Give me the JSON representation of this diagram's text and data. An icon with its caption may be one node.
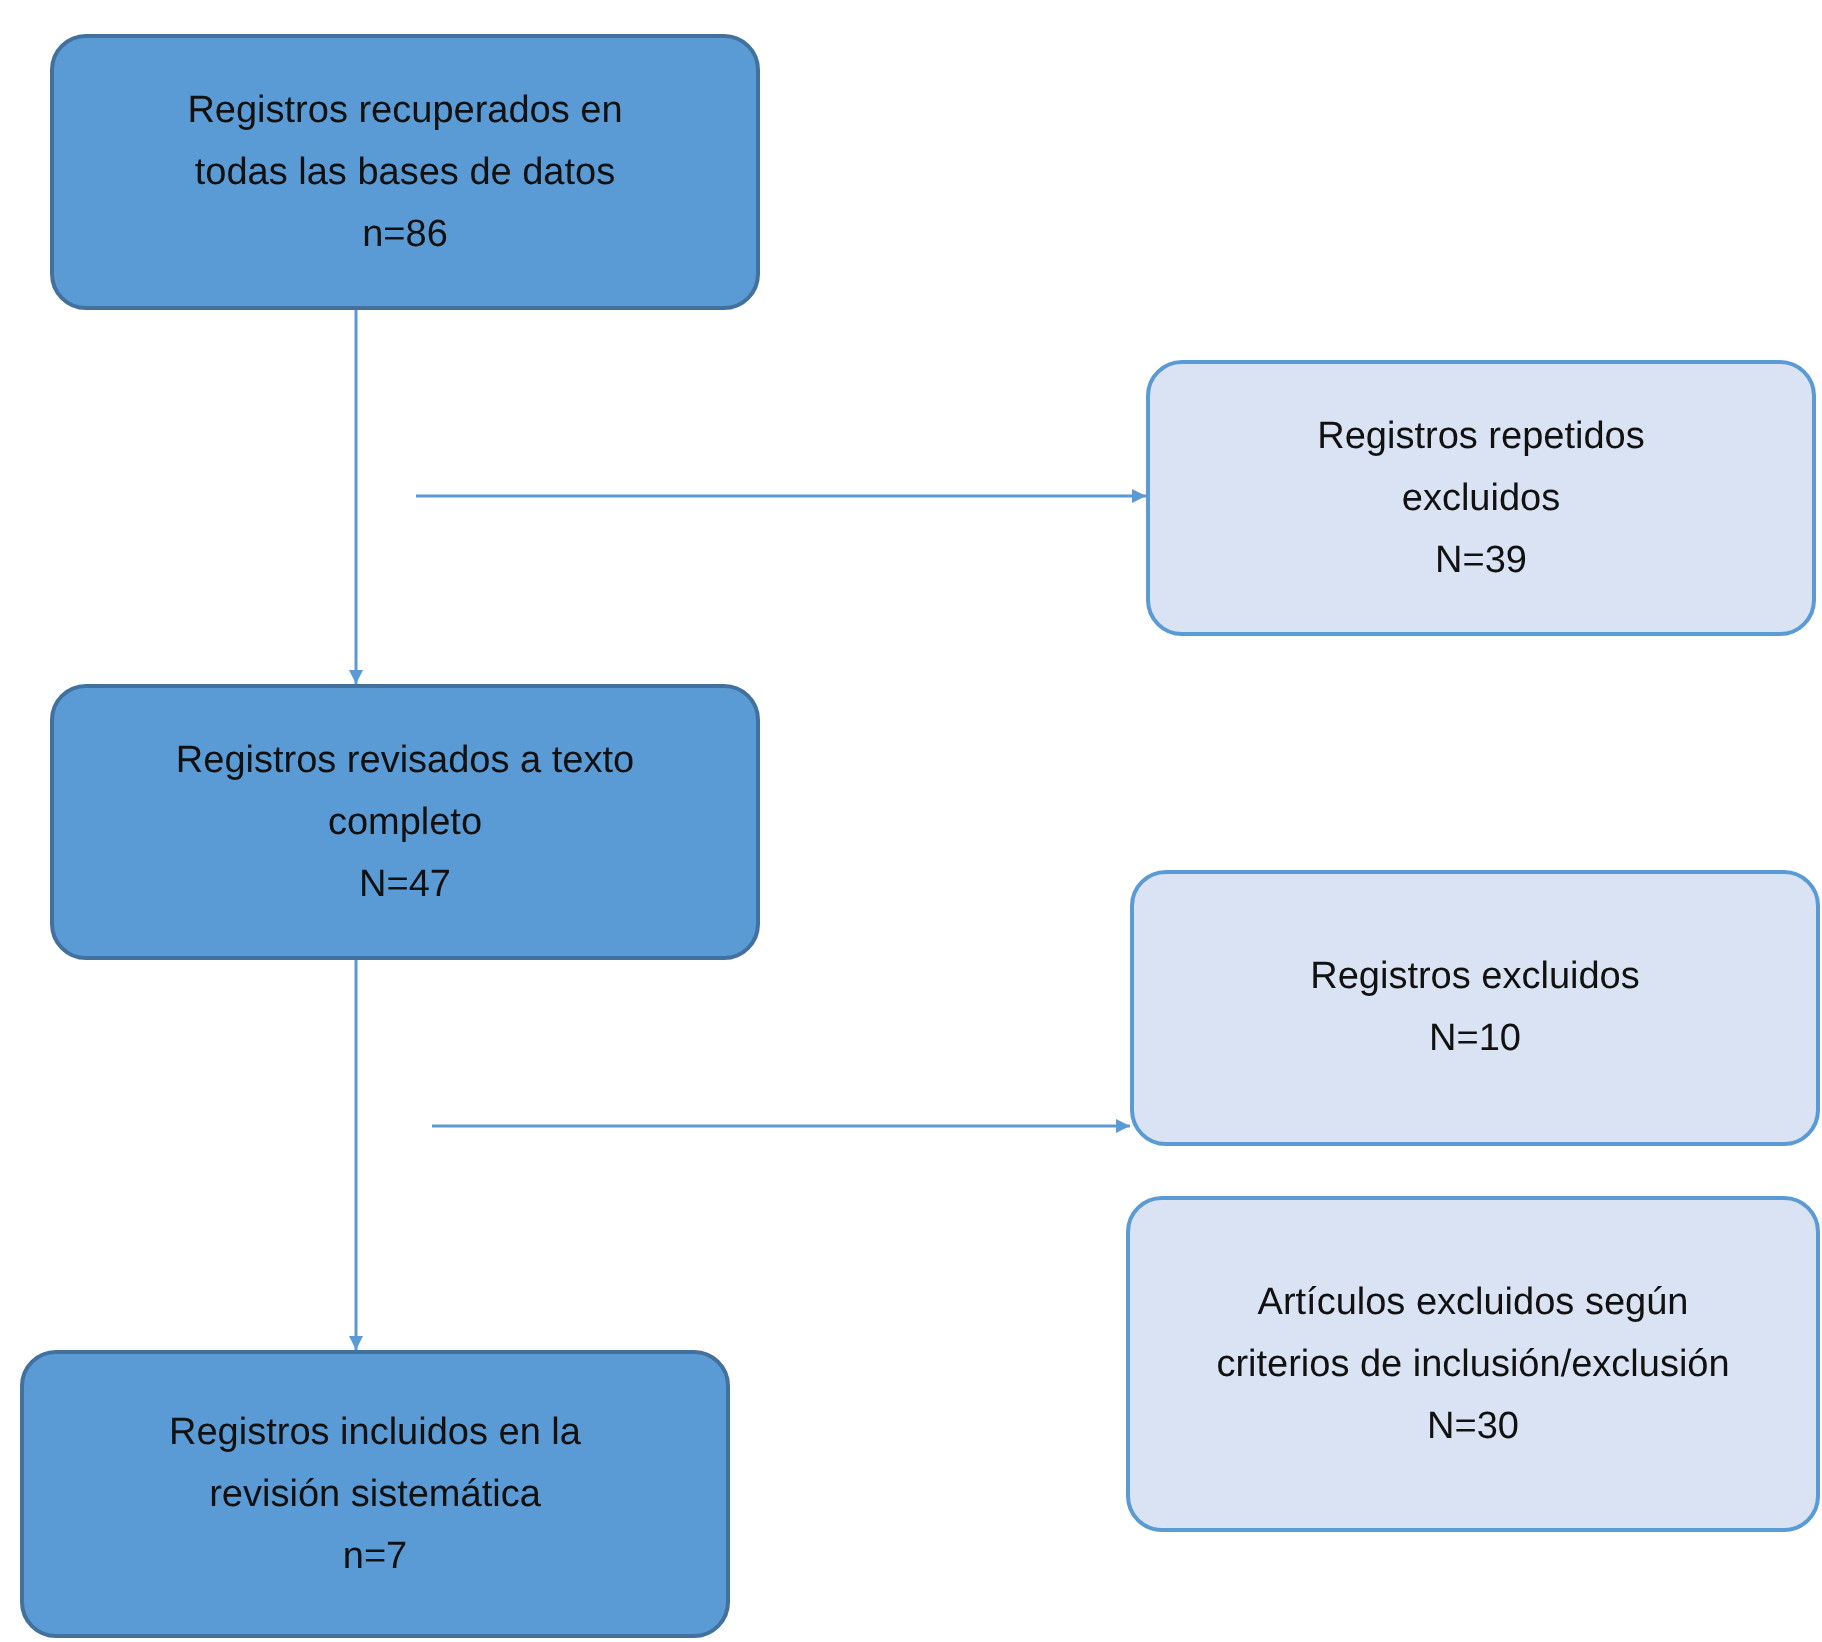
{
  "diagram": {
    "nodes": [
      {
        "text": [
          "Registros recuperados en todas las bases de datos",
          "n=86"
        ]
      },
      {
        "text": [
          "Registros repetidos excluidos",
          "N=39"
        ]
      },
      {
        "text": [
          "Registros revisados a texto completo",
          "N=47"
        ]
      },
      {
        "text": [
          "Registros excluidos",
          "N=10"
        ]
      },
      {
        "text": [
          "Artículos excluidos según criterios de inclusión/exclusión",
          "N=30"
        ]
      },
      {
        "text": [
          "Registros incluidos en la revisión sistemática",
          "n=7"
        ]
      }
    ],
    "edges": [
      {
        "from": 0,
        "to": 2,
        "arrow": "to"
      },
      {
        "from": null,
        "to": 1,
        "arrow": "to"
      },
      {
        "from": 2,
        "to": 5,
        "arrow": "to"
      },
      {
        "from": null,
        "to": 3,
        "arrow": "to"
      }
    ]
  }
}
